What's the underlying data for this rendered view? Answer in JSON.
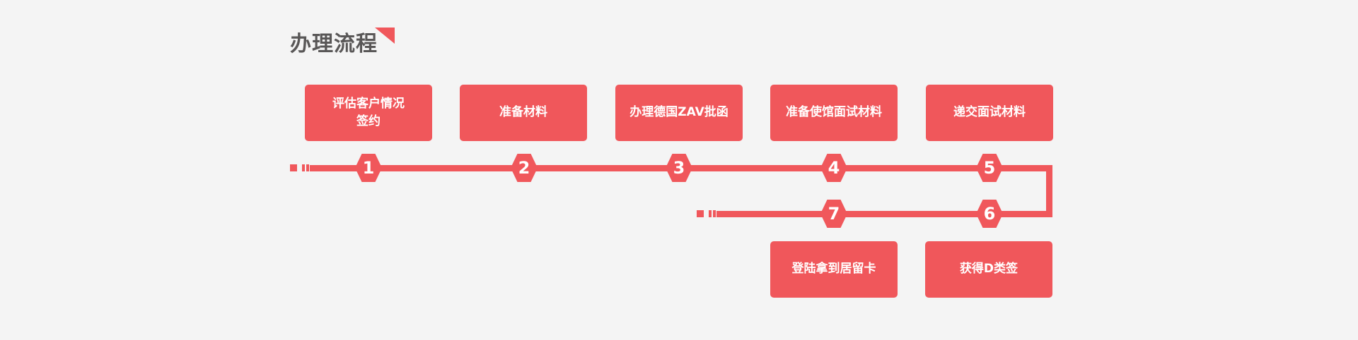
{
  "section": {
    "title": "办理流程"
  },
  "colors": {
    "accent": "#F0575B",
    "background": "#F4F4F4",
    "title_text": "#595757",
    "step_text": "#FFFFFF"
  },
  "flow": {
    "top_steps": [
      {
        "num": "1",
        "label": "评估客户情况\n签约"
      },
      {
        "num": "2",
        "label": "准备材料"
      },
      {
        "num": "3",
        "label": "办理德国ZAV批函"
      },
      {
        "num": "4",
        "label": "准备使馆面试材料"
      },
      {
        "num": "5",
        "label": "递交面试材料"
      }
    ],
    "bottom_steps": [
      {
        "num": "6",
        "label": "获得D类签"
      },
      {
        "num": "7",
        "label": "登陆拿到居留卡"
      }
    ]
  }
}
